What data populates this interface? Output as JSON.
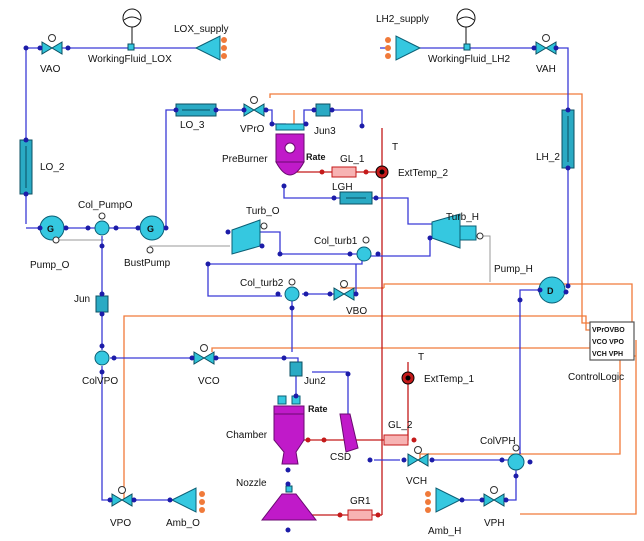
{
  "labels": {
    "lox_supply": "LOX_supply",
    "lh2_supply": "LH2_supply",
    "vao": "VAO",
    "vah": "VAH",
    "working_fluid_lox": "WorkingFluid_LOX",
    "working_fluid_lh2": "WorkingFluid_LH2",
    "lo_2": "LO_2",
    "lo_3": "LO_3",
    "vpro": "VPrO",
    "jun3": "Jun3",
    "lh_2": "LH_2",
    "preburner": "PreBurner",
    "rate_pb": "Rate",
    "gl_1": "GL_1",
    "t1": "T",
    "exttemp_2": "ExtTemp_2",
    "lgh": "LGH",
    "col_pumpo": "Col_PumpO",
    "pump_o": "Pump_O",
    "bustpump": "BustPump",
    "turb_o": "Turb_O",
    "turb_h": "Turb_H",
    "col_turb1": "Col_turb1",
    "pump_h": "Pump_H",
    "jun": "Jun",
    "col_turb2": "Col_turb2",
    "vbo": "VBO",
    "colvpo": "ColVPO",
    "vco": "VCO",
    "jun2": "Jun2",
    "t2": "T",
    "exttemp_1": "ExtTemp_1",
    "control_logic": "ControlLogic",
    "cl_row1": "VPrOVBO",
    "cl_row2": "VCO  VPO",
    "cl_row3": "VCH  VPH",
    "chamber": "Chamber",
    "rate_ch": "Rate",
    "gl_2": "GL_2",
    "csd": "CSD",
    "colvph": "ColVPH",
    "vch": "VCH",
    "nozzle": "Nozzle",
    "gr1": "GR1",
    "vpo": "VPO",
    "amb_o": "Amb_O",
    "amb_h": "Amb_H",
    "vph": "VPH"
  },
  "icons": {
    "pump": "G",
    "pump_h": "D"
  },
  "colors": {
    "pipe": "#3a3ad6",
    "signal": "#f07a3a",
    "heat": "#c41a1a",
    "shaft": "#999999",
    "component": "#35c8e0",
    "combustion": "#c01ac9"
  }
}
